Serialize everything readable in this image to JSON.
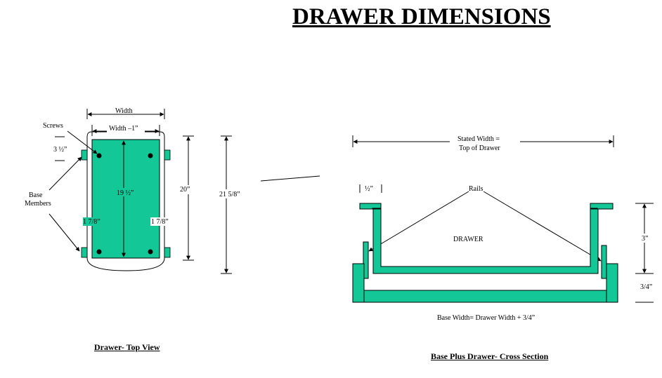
{
  "title": "DRAWER DIMENSIONS",
  "colors": {
    "drawer_fill": "#13c896",
    "outline": "#000000",
    "background": "#ffffff"
  },
  "top_view": {
    "caption": "Drawer- Top View",
    "labels": {
      "width": "Width",
      "width_minus": "Width –1”",
      "screws": "Screws",
      "three_half": "3 ½”",
      "base": "Base",
      "members": "Members",
      "nineteen_half": "19 ½”",
      "one_seven_eighth_left": "1 7/8”",
      "one_seven_eighth_right": "1 7/8”",
      "twenty": "20”",
      "twenty_one": "21 5/8”"
    }
  },
  "cross_section": {
    "caption": "Base Plus Drawer- Cross Section",
    "labels": {
      "stated_width_1": "Stated Width =",
      "stated_width_2": "Top of Drawer",
      "half": "½”",
      "rails": "Rails",
      "drawer": "DRAWER",
      "three": "3”",
      "three_quarter": "3/4”",
      "base_width": "Base Width= Drawer Width + 3/4”"
    }
  }
}
